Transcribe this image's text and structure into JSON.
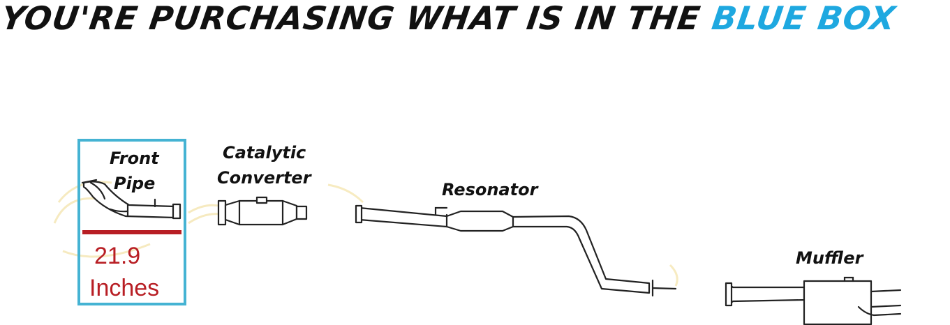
{
  "header": {
    "text": "YOU'RE PURCHASING WHAT IS IN THE",
    "highlight": "BLUE BOX"
  },
  "labels": {
    "front_pipe_line1": "Front",
    "front_pipe_line2": "Pipe",
    "catalytic_line1": "Catalytic",
    "catalytic_line2": "Converter",
    "resonator": "Resonator",
    "muffler": "Muffler"
  },
  "measurement": {
    "value": "21.9",
    "unit": "Inches"
  },
  "colors": {
    "text": "#111111",
    "highlight": "#1ea8e0",
    "box_border": "#45b3d3",
    "measure": "#b81e24",
    "line": "#222222"
  }
}
